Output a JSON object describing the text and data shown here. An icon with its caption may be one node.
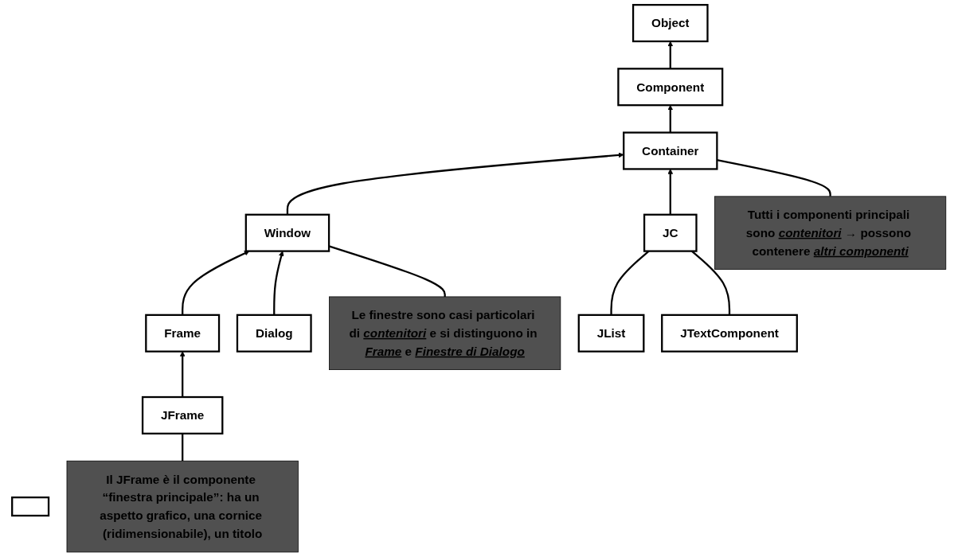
{
  "diagram": {
    "nodes": [
      {
        "text": [
          "Object"
        ]
      },
      {
        "text": [
          "Component"
        ]
      },
      {
        "text": [
          "Container"
        ]
      },
      {
        "text": [
          "Window"
        ]
      },
      {
        "text": [
          "JC"
        ]
      },
      {
        "text": [
          "JList"
        ]
      },
      {
        "text": [],
        "shape": "box"
      },
      {
        "text": [
          "JTextComponent"
        ]
      },
      {
        "text": [
          "Frame"
        ]
      },
      {
        "text": [
          "Dialog"
        ]
      },
      {
        "text": [
          "JFrame"
        ]
      },
      {
        "text": [
          "Tutti i componenti principali sono *contenitori* → possono contenere *altri componenti*"
        ]
      },
      {
        "text": [
          "Le finestre sono casi particolari di *contenitori* e si distinguono in *Frame* e *Finestre di Dialogo*"
        ]
      },
      {
        "text": [
          "Il JFrame è il componente “finestra principale”: ha un aspetto grafico, una cornice (ridimensionabile), un titolo"
        ]
      }
    ],
    "edges": [
      {
        "from": 1,
        "to": 0,
        "arrow": "to"
      },
      {
        "from": 2,
        "to": 1,
        "arrow": "to"
      },
      {
        "from": 3,
        "to": 2,
        "arrow": "to"
      },
      {
        "from": 4,
        "to": 2,
        "arrow": "to"
      },
      {
        "from": 5,
        "to": 4,
        "arrow": "none"
      },
      {
        "from": 7,
        "to": 4,
        "arrow": "none"
      },
      {
        "from": 8,
        "to": 3,
        "arrow": "to"
      },
      {
        "from": 9,
        "to": 3,
        "arrow": "to"
      },
      {
        "from": 10,
        "to": 8,
        "arrow": "to"
      },
      {
        "from": 11,
        "to": 2,
        "arrow": "none"
      },
      {
        "from": 12,
        "to": 3,
        "arrow": "none"
      },
      {
        "from": 13,
        "to": 10,
        "arrow": "none"
      }
    ]
  }
}
